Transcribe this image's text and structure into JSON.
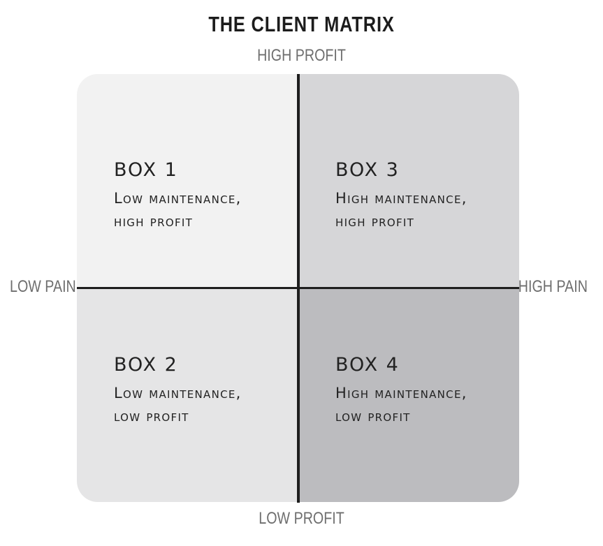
{
  "title": "THE CLIENT MATRIX",
  "axes": {
    "top": "HIGH PROFIT",
    "bottom": "LOW PROFIT",
    "left": "LOW PAIN",
    "right": "HIGH PAIN"
  },
  "quadrants": [
    {
      "title": "BOX 1",
      "desc_line1": "Low maintenance,",
      "desc_line2": "high profit",
      "color": "#f2f2f2"
    },
    {
      "title": "BOX 2",
      "desc_line1": "Low maintenance,",
      "desc_line2": "low profit",
      "color": "#e5e5e6"
    },
    {
      "title": "BOX 3",
      "desc_line1": "High maintenance,",
      "desc_line2": "high profit",
      "color": "#d6d6d8"
    },
    {
      "title": "BOX 4",
      "desc_line1": "High maintenance,",
      "desc_line2": "low profit",
      "color": "#bcbcbf"
    }
  ]
}
